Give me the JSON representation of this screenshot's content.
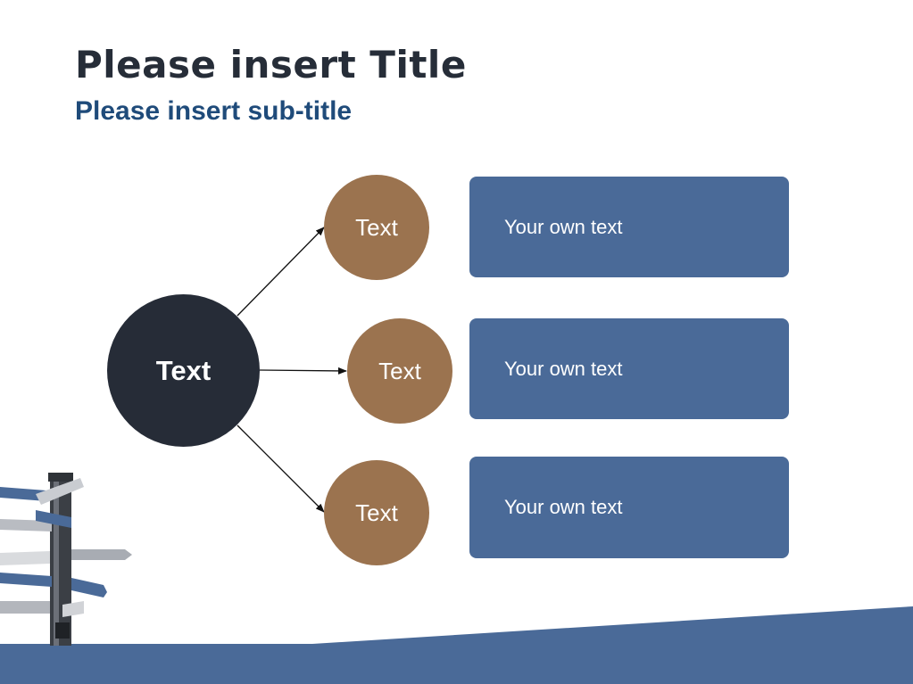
{
  "title": "Please insert Title",
  "subtitle": "Please insert sub-title",
  "diagram": {
    "hub_label": "Text",
    "nodes": [
      {
        "label": "Text",
        "box_text": "Your own text"
      },
      {
        "label": "Text",
        "box_text": "Your own text"
      },
      {
        "label": "Text",
        "box_text": "Your own text"
      }
    ]
  },
  "colors": {
    "title": "#262d38",
    "subtitle": "#1f4b7a",
    "hub": "#262c37",
    "node": "#9b734f",
    "box": "#4a6a98",
    "ground": "#4a6a98",
    "arrow": "#111111"
  }
}
